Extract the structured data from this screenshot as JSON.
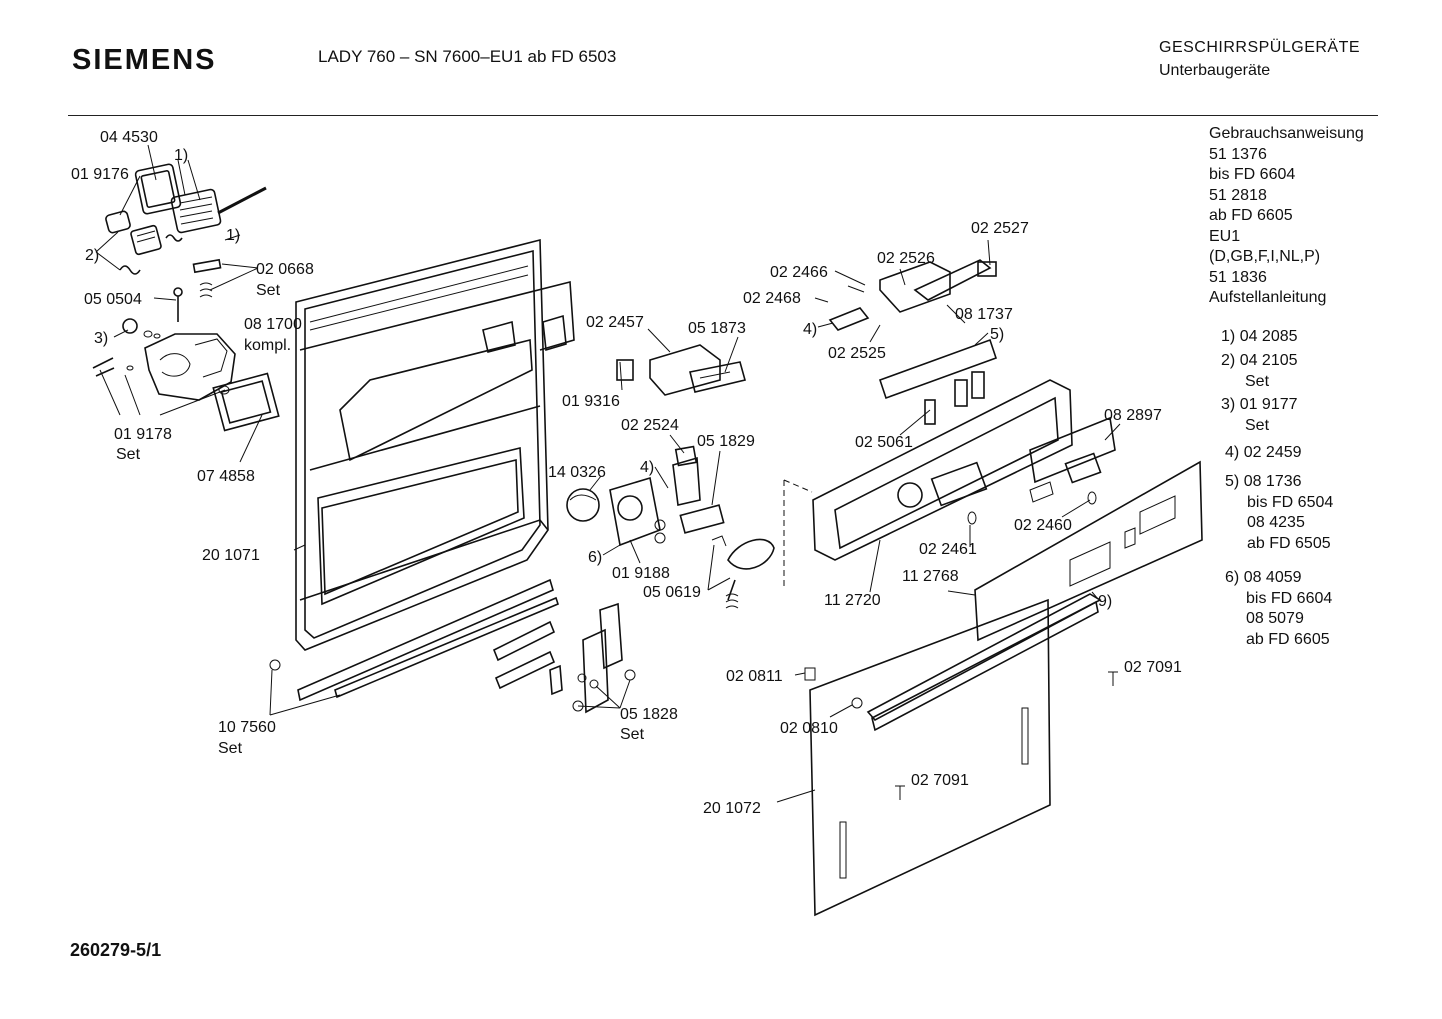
{
  "header": {
    "brand": "SIEMENS",
    "model": "LADY 760  –  SN 7600–EU1  ab FD 6503",
    "category": "GESCHIRRSPÜLGERÄTE",
    "subcategory": "Unterbaugeräte"
  },
  "footer": {
    "doc_number": "260279-5/1"
  },
  "parts": {
    "p044530": "04 4530",
    "p019176": "01 9176",
    "fn1a": "1)",
    "fn1b": "1)",
    "fn2": "2)",
    "p020668": "02 0668",
    "set1": "Set",
    "p050504": "05 0504",
    "fn3": "3)",
    "p081700": "08 1700",
    "kompl": "kompl.",
    "p019178": "01 9178",
    "set2": "Set",
    "p074858": "07 4858",
    "p201071": "20 1071",
    "p107560": "10 7560",
    "set3": "Set",
    "p022457": "02 2457",
    "p051873": "05 1873",
    "p019316": "01 9316",
    "p022524": "02 2524",
    "p051829": "05 1829",
    "p140326": "14 0326",
    "fn4a": "4)",
    "fn6": "6)",
    "p019188": "01 9188",
    "p050619": "05 0619",
    "p051828": "05 1828",
    "set4": "Set",
    "p022466": "02 2466",
    "p022526": "02 2526",
    "p022527": "02 2527",
    "p022468": "02 2468",
    "fn4b": "4)",
    "p081737": "08 1737",
    "fn5": "5)",
    "p022525": "02 2525",
    "p025061": "02 5061",
    "p082897": "08 2897",
    "p022461": "02 2461",
    "p022460": "02 2460",
    "p112768": "11 2768",
    "p112720": "11 2720",
    "fn9": "9)",
    "p027091a": "02 7091",
    "p020811": "02 0811",
    "p020810": "02 0810",
    "p027091b": "02 7091",
    "p201072": "20 1072"
  },
  "sidebar": {
    "lines": [
      "Gebrauchsanweisung",
      "51 1376",
      "bis FD 6604",
      "51 2818",
      "ab FD 6605",
      "EU1",
      "(D,GB,F,I,NL,P)",
      "51 1836",
      "Aufstellanleitung"
    ]
  },
  "footnotes": [
    {
      "mark": "1)",
      "lines": [
        "04 2085"
      ]
    },
    {
      "mark": "2)",
      "lines": [
        "04 2105",
        "Set"
      ]
    },
    {
      "mark": "3)",
      "lines": [
        "01 9177",
        "Set"
      ]
    },
    {
      "mark": "4)",
      "lines": [
        "02 2459"
      ]
    },
    {
      "mark": "5)",
      "lines": [
        "08 1736",
        "bis FD 6504",
        "08 4235",
        "ab FD 6505"
      ]
    },
    {
      "mark": "6)",
      "lines": [
        "08 4059",
        "bis FD 6604",
        "08 5079",
        "ab FD 6605"
      ]
    }
  ]
}
